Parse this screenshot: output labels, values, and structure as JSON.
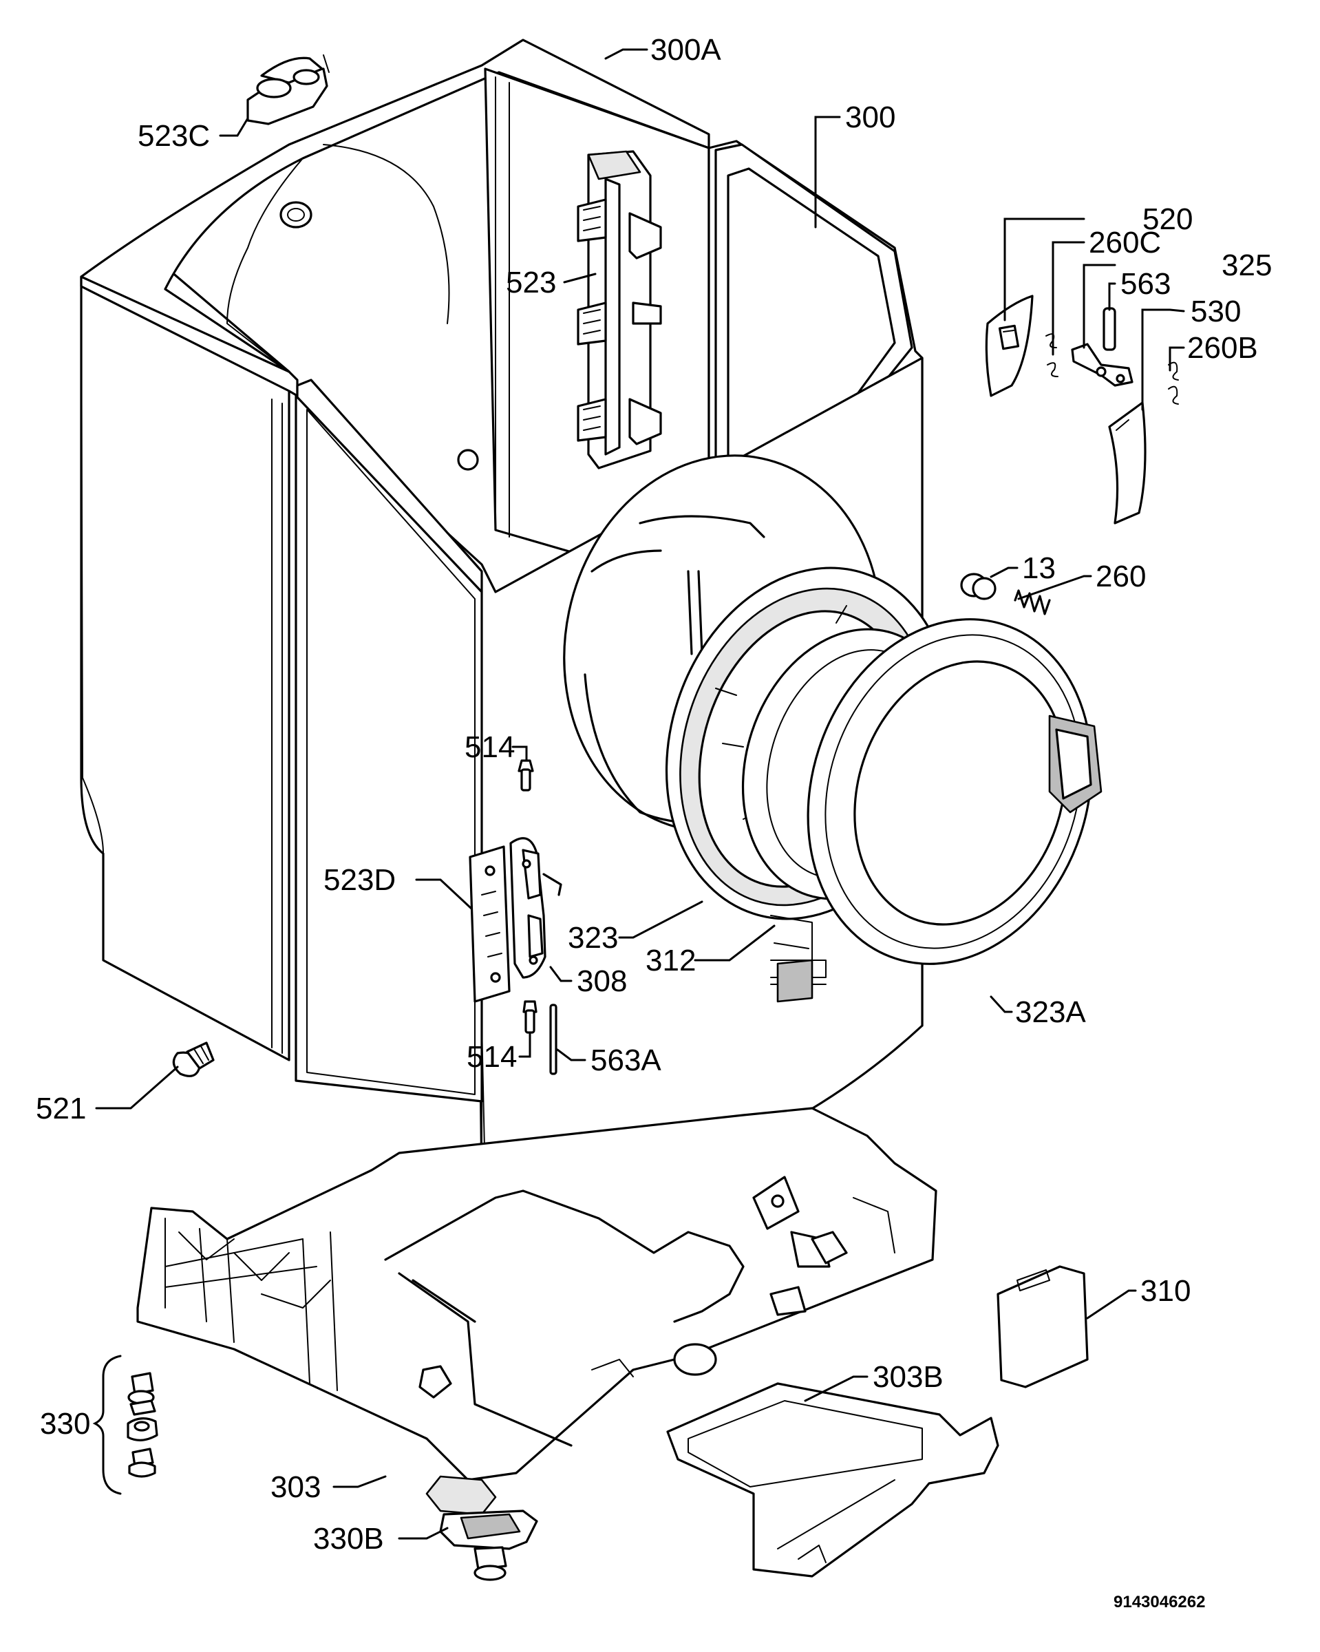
{
  "labels": {
    "p300A": "300A",
    "p300": "300",
    "p523C": "523C",
    "p523": "523",
    "p520": "520",
    "p260C": "260C",
    "p325": "325",
    "p563": "563",
    "p530": "530",
    "p260B": "260B",
    "p13": "13",
    "p260": "260",
    "p514_top": "514",
    "p523D": "523D",
    "p323": "323",
    "p312": "312",
    "p308": "308",
    "p323A": "323A",
    "p514_bottom": "514",
    "p563A": "563A",
    "p521": "521",
    "p310": "310",
    "p303B": "303B",
    "p330": "330",
    "p303": "303",
    "p330B": "330B"
  },
  "drawing_code": "9143046262"
}
